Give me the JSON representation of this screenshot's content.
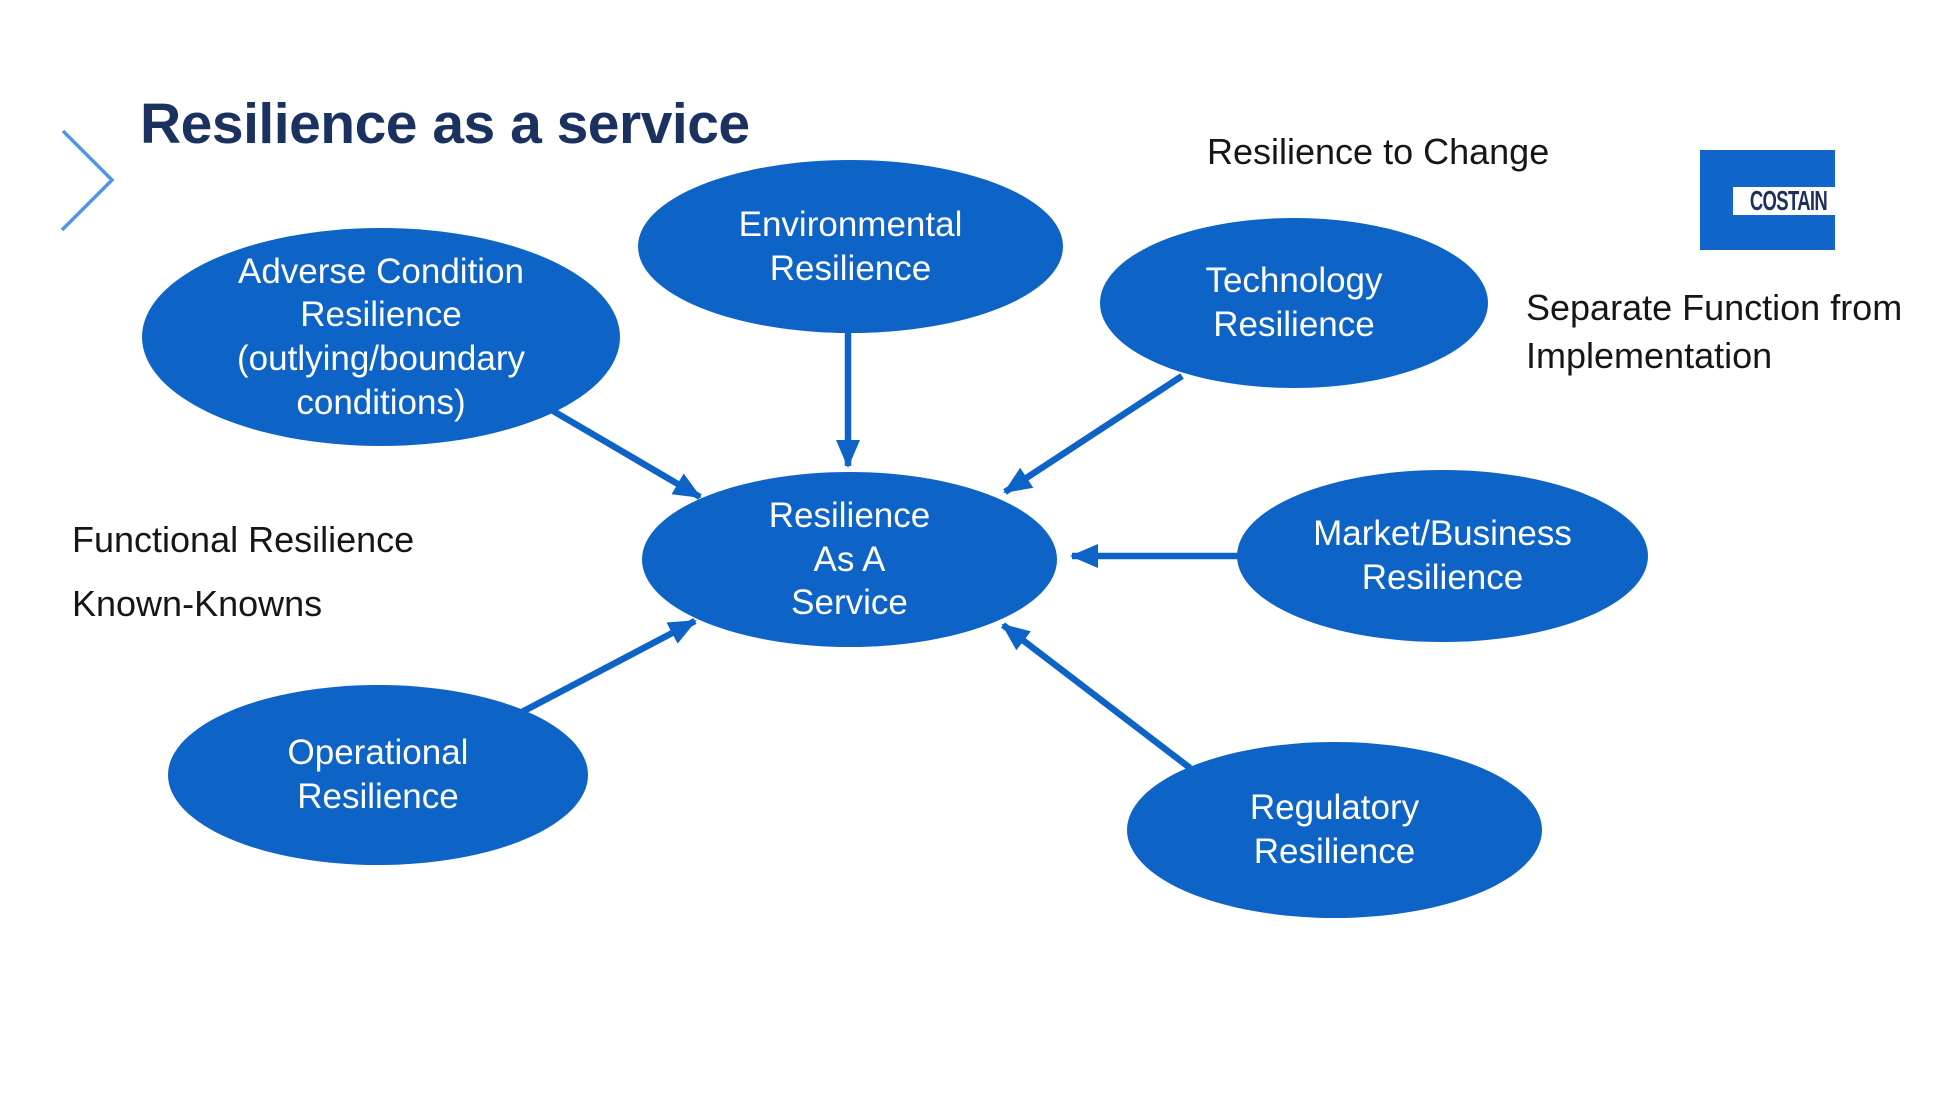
{
  "slide": {
    "title": "Resilience as a service",
    "logo_text": "COSTAIN",
    "annotations": {
      "resilience_to_change": "Resilience to Change",
      "separate_function": "Separate Function from\nImplementation",
      "functional_resilience": "Functional Resilience",
      "known_knowns": "Known-Knowns"
    },
    "diagram": {
      "center_node": {
        "label": "Resilience\nAs A\nService"
      },
      "nodes": [
        {
          "name": "adverse-condition-resilience",
          "label": "Adverse Condition\nResilience\n(outlying/boundary\nconditions)"
        },
        {
          "name": "environmental-resilience",
          "label": "Environmental\nResilience"
        },
        {
          "name": "technology-resilience",
          "label": "Technology\nResilience"
        },
        {
          "name": "market-business-resilience",
          "label": "Market/Business\nResilience"
        },
        {
          "name": "regulatory-resilience",
          "label": "Regulatory\nResilience"
        },
        {
          "name": "operational-resilience",
          "label": "Operational\nResilience"
        }
      ],
      "arrows": [
        {
          "from": "adverse-condition-resilience",
          "to": "center"
        },
        {
          "from": "environmental-resilience",
          "to": "center"
        },
        {
          "from": "technology-resilience",
          "to": "center"
        },
        {
          "from": "market-business-resilience",
          "to": "center"
        },
        {
          "from": "regulatory-resilience",
          "to": "center"
        },
        {
          "from": "operational-resilience",
          "to": "center"
        }
      ]
    },
    "colors": {
      "ellipse_fill": "#0d63c6",
      "arrow": "#0d63c6",
      "title_text": "#1b3261",
      "body_text": "#161616",
      "ellipse_text": "#ffffff",
      "chevron": "#4f95e5",
      "logo_blue": "#1166cb",
      "logo_text": "#1c2f5e"
    }
  }
}
